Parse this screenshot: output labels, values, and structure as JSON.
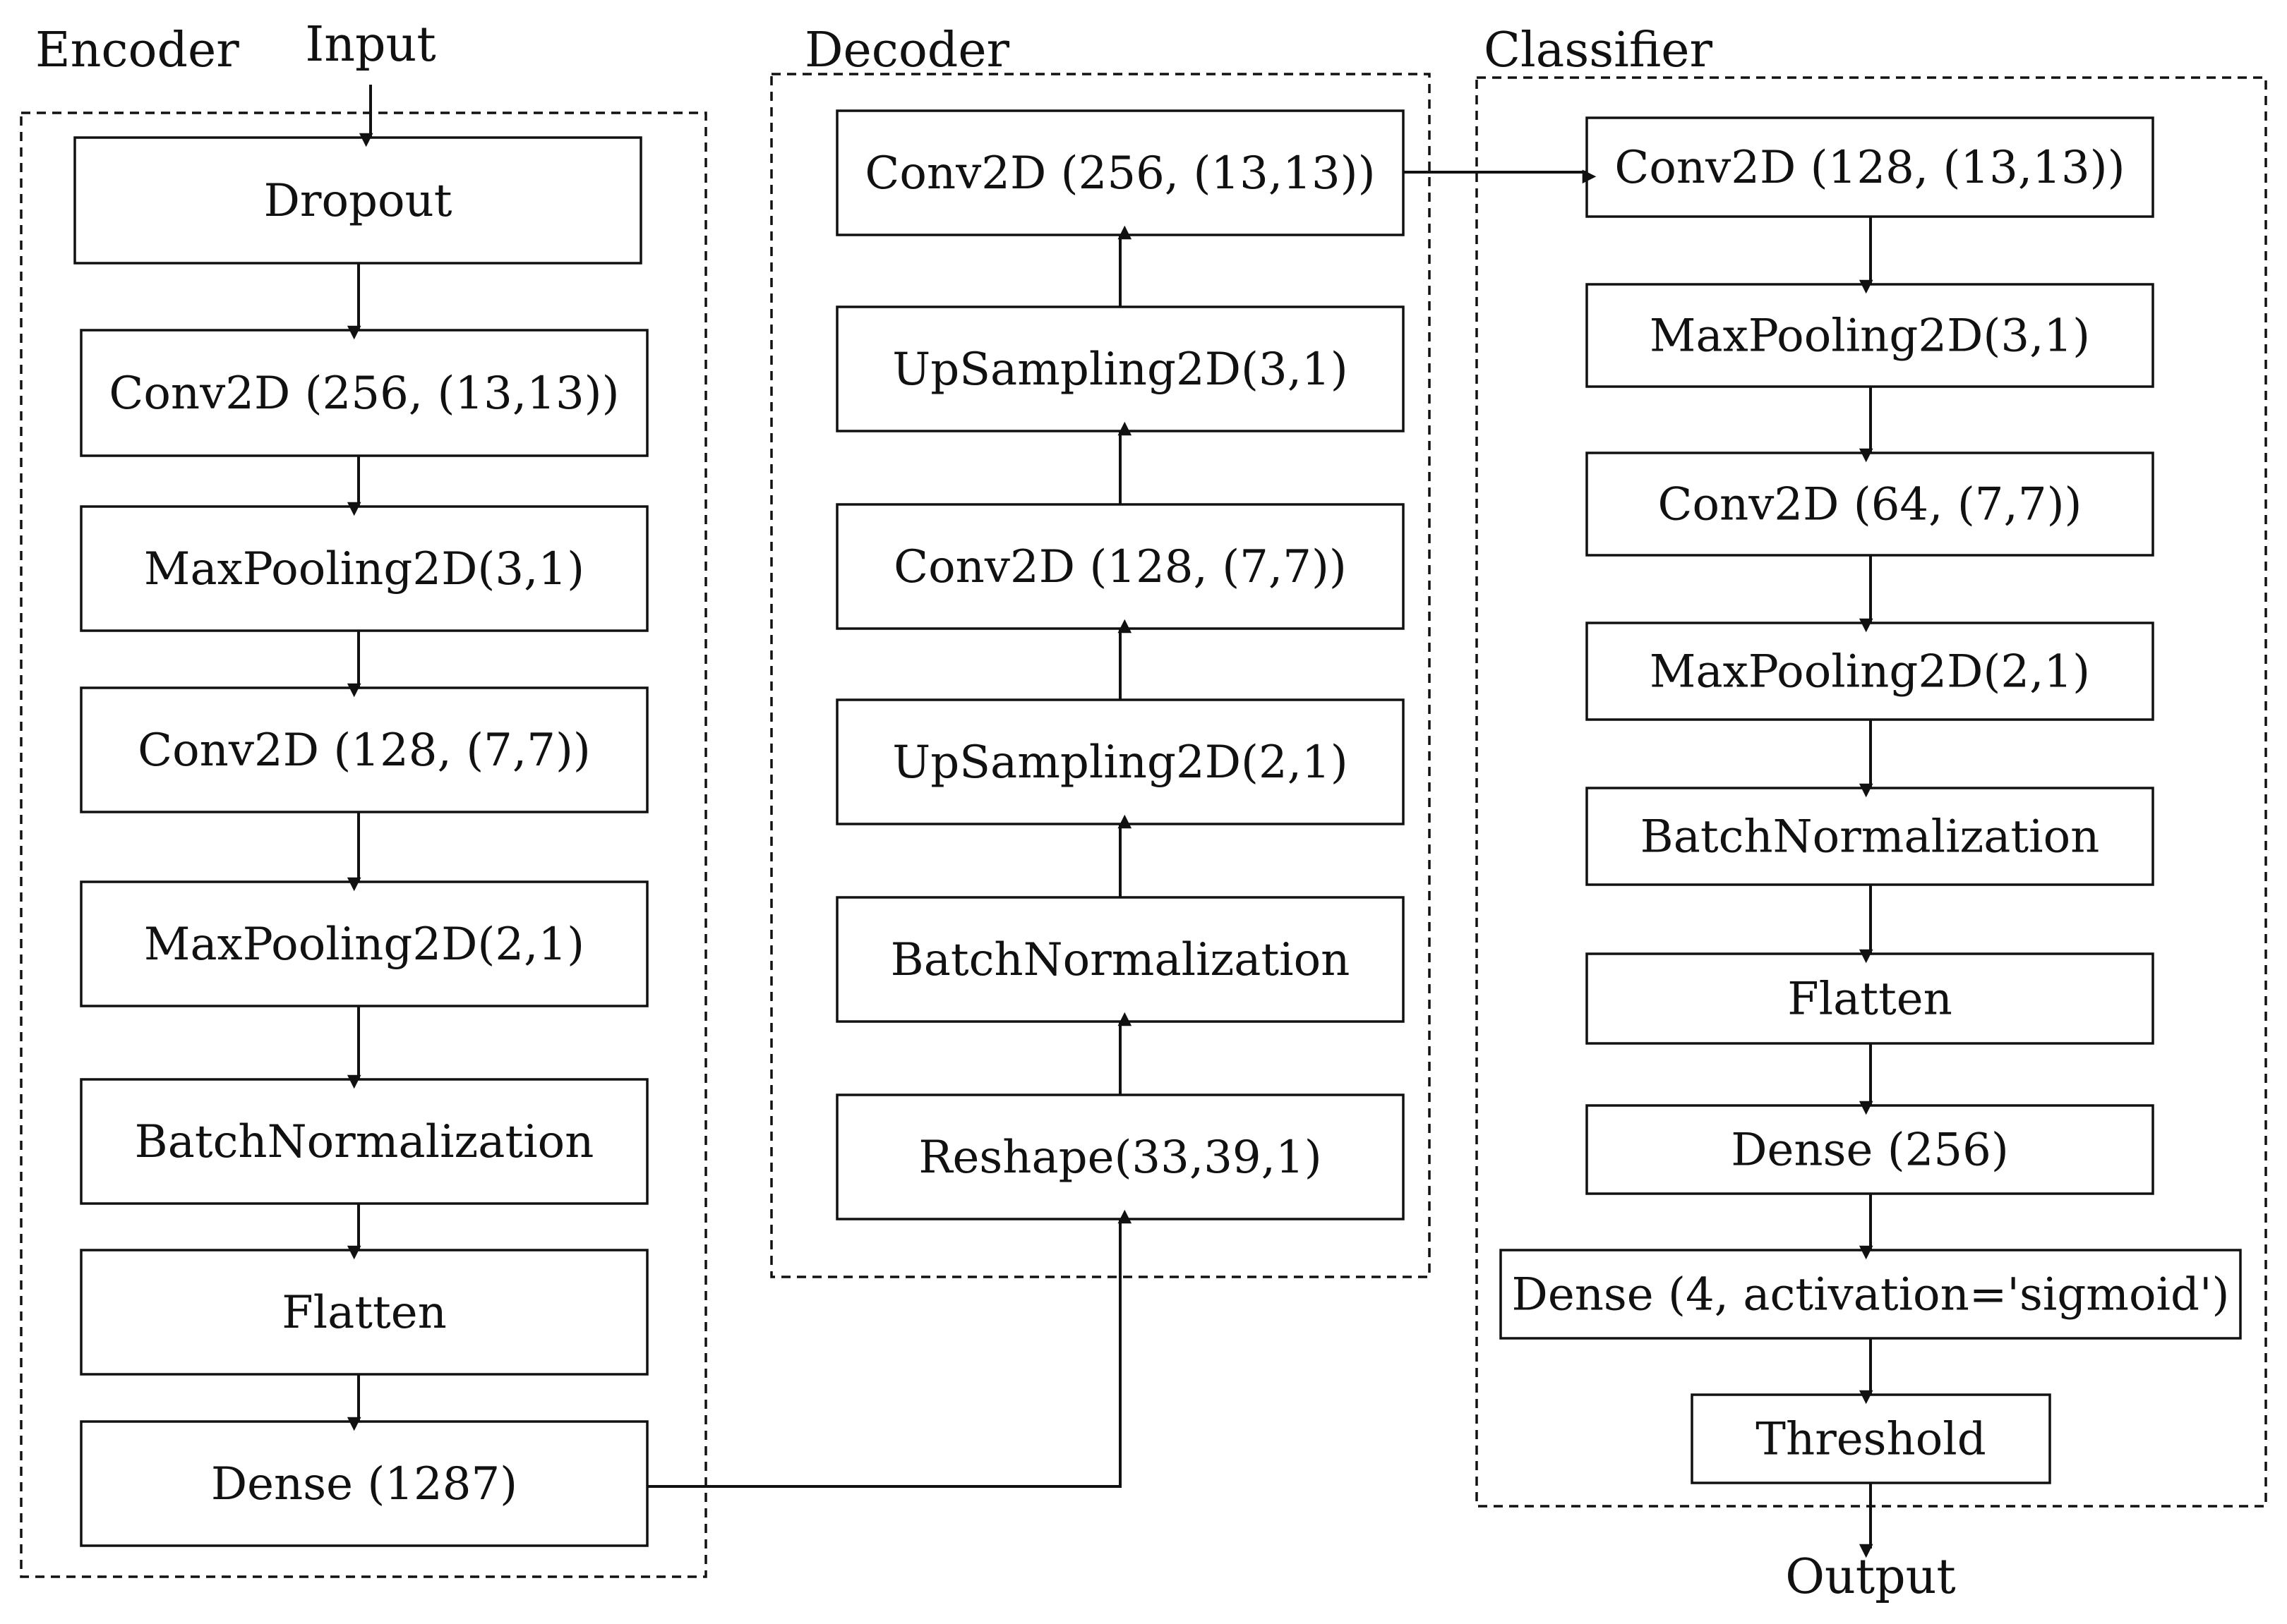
{
  "input_label": "Input",
  "output_label": "Output",
  "encoder": {
    "title": "Encoder",
    "layers": [
      "Dropout",
      "Conv2D (256, (13,13))",
      "MaxPooling2D(3,1)",
      "Conv2D (128, (7,7))",
      "MaxPooling2D(2,1)",
      "BatchNormalization",
      "Flatten",
      "Dense (1287)"
    ]
  },
  "decoder": {
    "title": "Decoder",
    "layers": [
      "Conv2D (256, (13,13))",
      "UpSampling2D(3,1)",
      "Conv2D (128, (7,7))",
      "UpSampling2D(2,1)",
      "BatchNormalization",
      "Reshape(33,39,1)"
    ]
  },
  "classifier": {
    "title": "Classifier",
    "layers": [
      "Conv2D (128, (13,13))",
      "MaxPooling2D(3,1)",
      "Conv2D (64, (7,7))",
      "MaxPooling2D(2,1)",
      "BatchNormalization",
      "Flatten",
      "Dense (256)",
      "Dense (4, activation='sigmoid')",
      "Threshold"
    ]
  }
}
